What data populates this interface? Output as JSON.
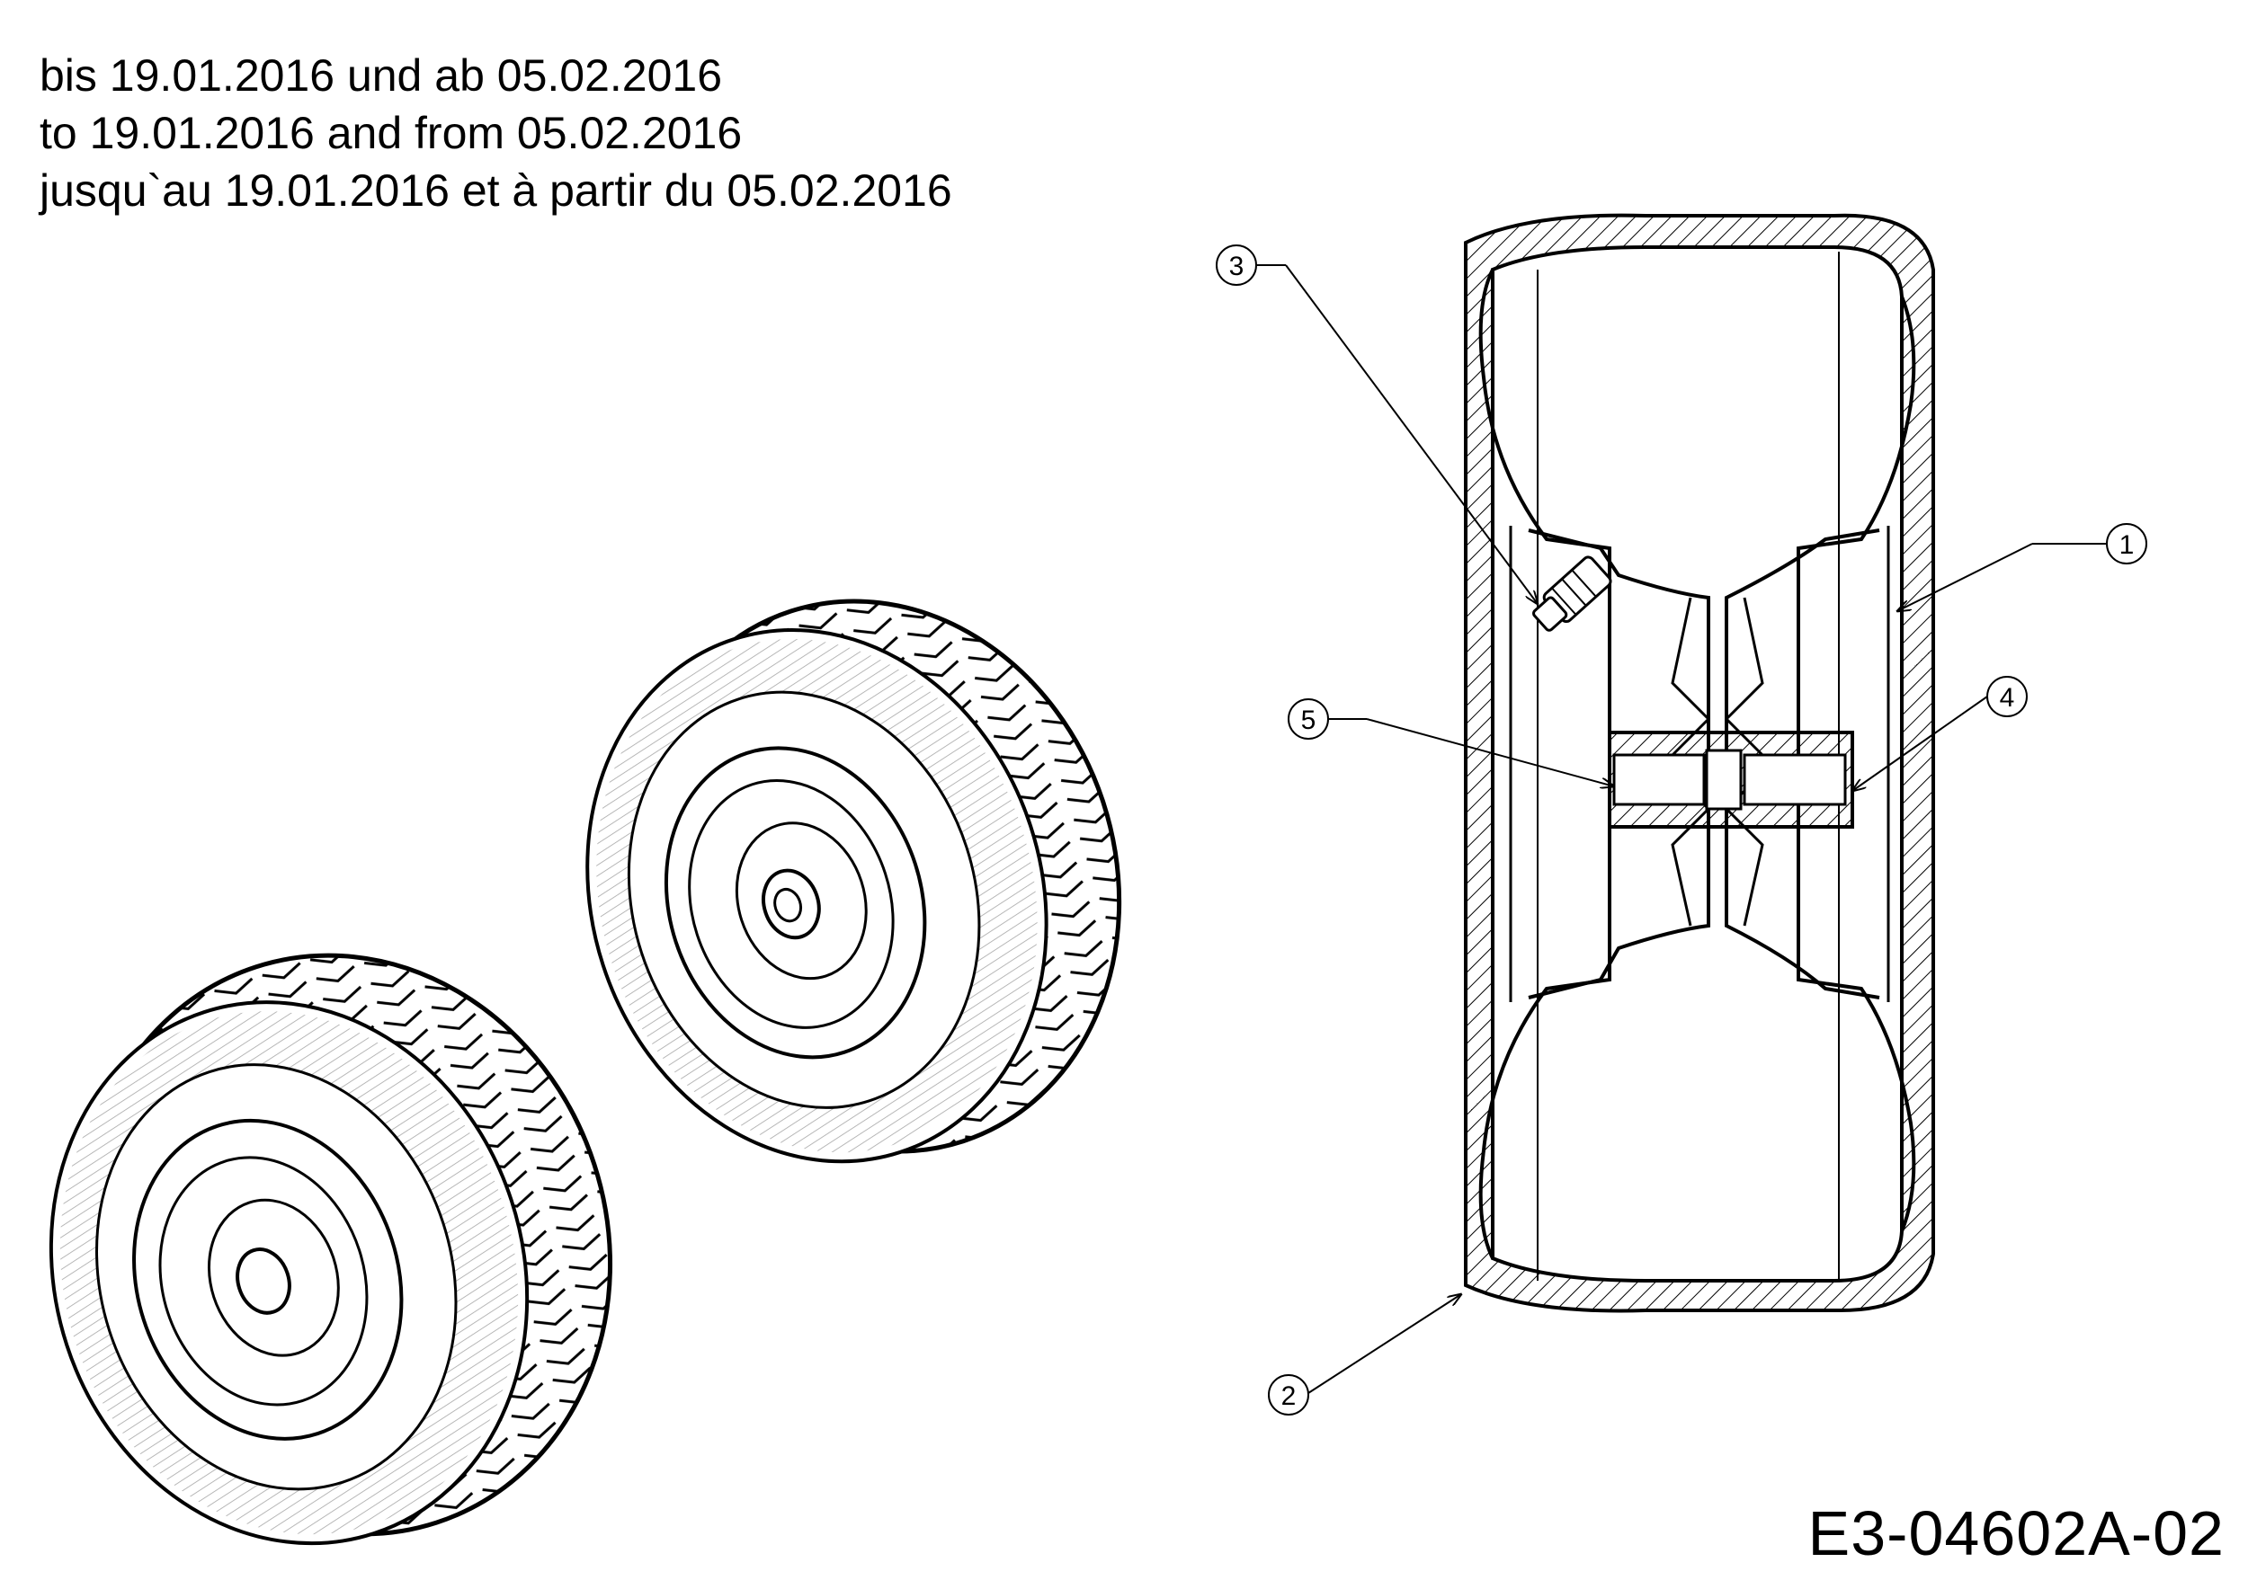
{
  "header": {
    "line_de": "bis 19.01.2016 und ab 05.02.2016",
    "line_en": "to 19.01.2016 and from 05.02.2016",
    "line_fr": "jusqu`au 19.01.2016 et à partir du 05.02.2016"
  },
  "callouts": [
    {
      "id": "c1",
      "label": "1"
    },
    {
      "id": "c2",
      "label": "2"
    },
    {
      "id": "c3",
      "label": "3"
    },
    {
      "id": "c4",
      "label": "4"
    },
    {
      "id": "c5",
      "label": "5"
    }
  ],
  "drawing_code": "E3-04602A-02"
}
